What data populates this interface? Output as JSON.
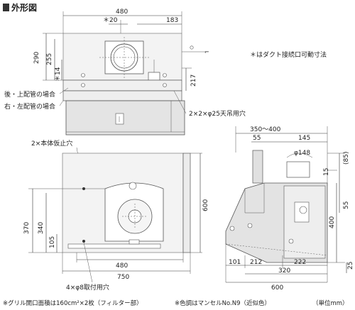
{
  "header": {
    "title": "外形図"
  },
  "notes": {
    "duct_note": "＊はダクト接続口可動寸法",
    "rear_top_piping": "後・上配管の場合",
    "right_left_piping": "右・左配管の場合",
    "holes_25": "2×2×φ25天吊用穴",
    "temp_stop_holes": "2×本体仮止穴",
    "mount_holes": "4×φ8取付用穴"
  },
  "top_view": {
    "dims": {
      "width_top": "480",
      "offset_20": "＊20",
      "right_183": "183",
      "h290": "290",
      "h255": "255",
      "h14": "＊14",
      "h217": "217"
    }
  },
  "front_view": {
    "dims": {
      "h370": "370",
      "h340": "340",
      "h105": "105",
      "w480": "480",
      "w750": "750",
      "h600": "600"
    }
  },
  "side_view": {
    "dims": {
      "range_350_400": "350～400",
      "d55": "55",
      "d145": "145",
      "phi148": "φ148",
      "d85": "(85)",
      "d15": "15",
      "d55b": "55",
      "d400": "400",
      "d101": "101",
      "d212": "212",
      "d222": "222",
      "d25": "25",
      "d320": "320",
      "d600": "600"
    }
  },
  "footer": {
    "grille_note": "※グリル開口面積は160cm²×2枚（フィルター部）",
    "color_note": "※色調はマンセルNo.N9（近似色）",
    "unit_note": "（単位mm）"
  },
  "colors": {
    "panel": "#e6e6e6",
    "panel_dark": "#d0d0d0",
    "ink": "#222222",
    "title_mark": "#333333"
  }
}
